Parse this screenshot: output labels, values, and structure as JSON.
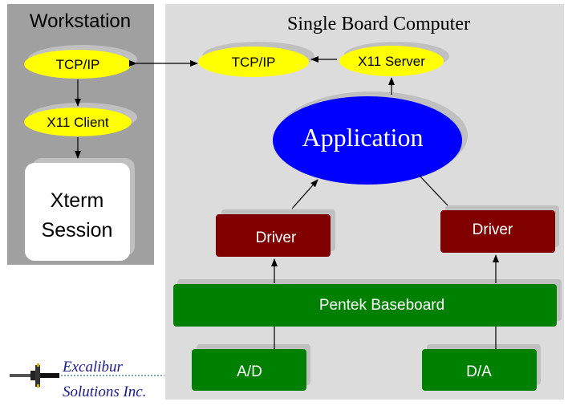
{
  "colors": {
    "workstation_bg": "#a0a0a0",
    "sbc_bg": "#dcdcdc",
    "shadow": "#c0c0c0",
    "yellow": "#ffff00",
    "blue": "#0000ff",
    "driver": "#800000",
    "green": "#008000",
    "white": "#ffffff",
    "logo_text": "#1a1a8c"
  },
  "workstation": {
    "title": "Workstation",
    "tcpip": "TCP/IP",
    "x11_client": "X11 Client",
    "xterm_line1": "Xterm",
    "xterm_line2": "Session"
  },
  "sbc": {
    "title": "Single Board Computer",
    "tcpip": "TCP/IP",
    "x11_server": "X11 Server",
    "application": "Application",
    "driver_left": "Driver",
    "driver_right": "Driver",
    "baseboard": "Pentek Baseboard",
    "ad": "A/D",
    "da": "D/A"
  },
  "logo": {
    "line1": "Excalibur",
    "line2": "Solutions Inc.",
    "icon": "sword-icon"
  }
}
